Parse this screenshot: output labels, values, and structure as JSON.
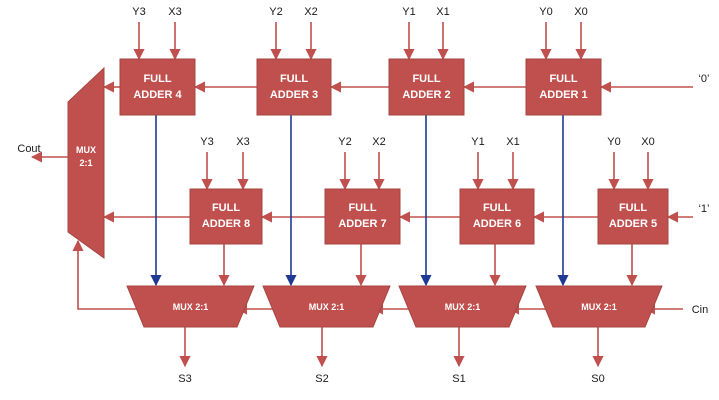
{
  "diagram": {
    "row1": [
      {
        "line1": "FULL",
        "line2": "ADDER 4",
        "in_a": "Y3",
        "in_b": "X3"
      },
      {
        "line1": "FULL",
        "line2": "ADDER 3",
        "in_a": "Y2",
        "in_b": "X2"
      },
      {
        "line1": "FULL",
        "line2": "ADDER 2",
        "in_a": "Y1",
        "in_b": "X1"
      },
      {
        "line1": "FULL",
        "line2": "ADDER 1",
        "in_a": "Y0",
        "in_b": "X0"
      }
    ],
    "row2": [
      {
        "line1": "FULL",
        "line2": "ADDER 8",
        "in_a": "Y3",
        "in_b": "X3"
      },
      {
        "line1": "FULL",
        "line2": "ADDER 7",
        "in_a": "Y2",
        "in_b": "X2"
      },
      {
        "line1": "FULL",
        "line2": "ADDER 6",
        "in_a": "Y1",
        "in_b": "X1"
      },
      {
        "line1": "FULL",
        "line2": "ADDER 5",
        "in_a": "Y0",
        "in_b": "X0"
      }
    ],
    "sum_muxes": [
      {
        "label": "MUX 2:1",
        "out": "S3"
      },
      {
        "label": "MUX 2:1",
        "out": "S2"
      },
      {
        "label": "MUX 2:1",
        "out": "S1"
      },
      {
        "label": "MUX 2:1",
        "out": "S0"
      }
    ],
    "carry_mux": {
      "line1": "MUX",
      "line2": "2:1"
    },
    "inputs": {
      "carry_zero": "‘0’",
      "carry_one": "‘1’",
      "cin": "Cin"
    },
    "outputs": {
      "cout": "Cout"
    },
    "colors": {
      "block": "#c0504d",
      "wire": "#c0504d",
      "select_wire": "#1f3a93"
    }
  }
}
